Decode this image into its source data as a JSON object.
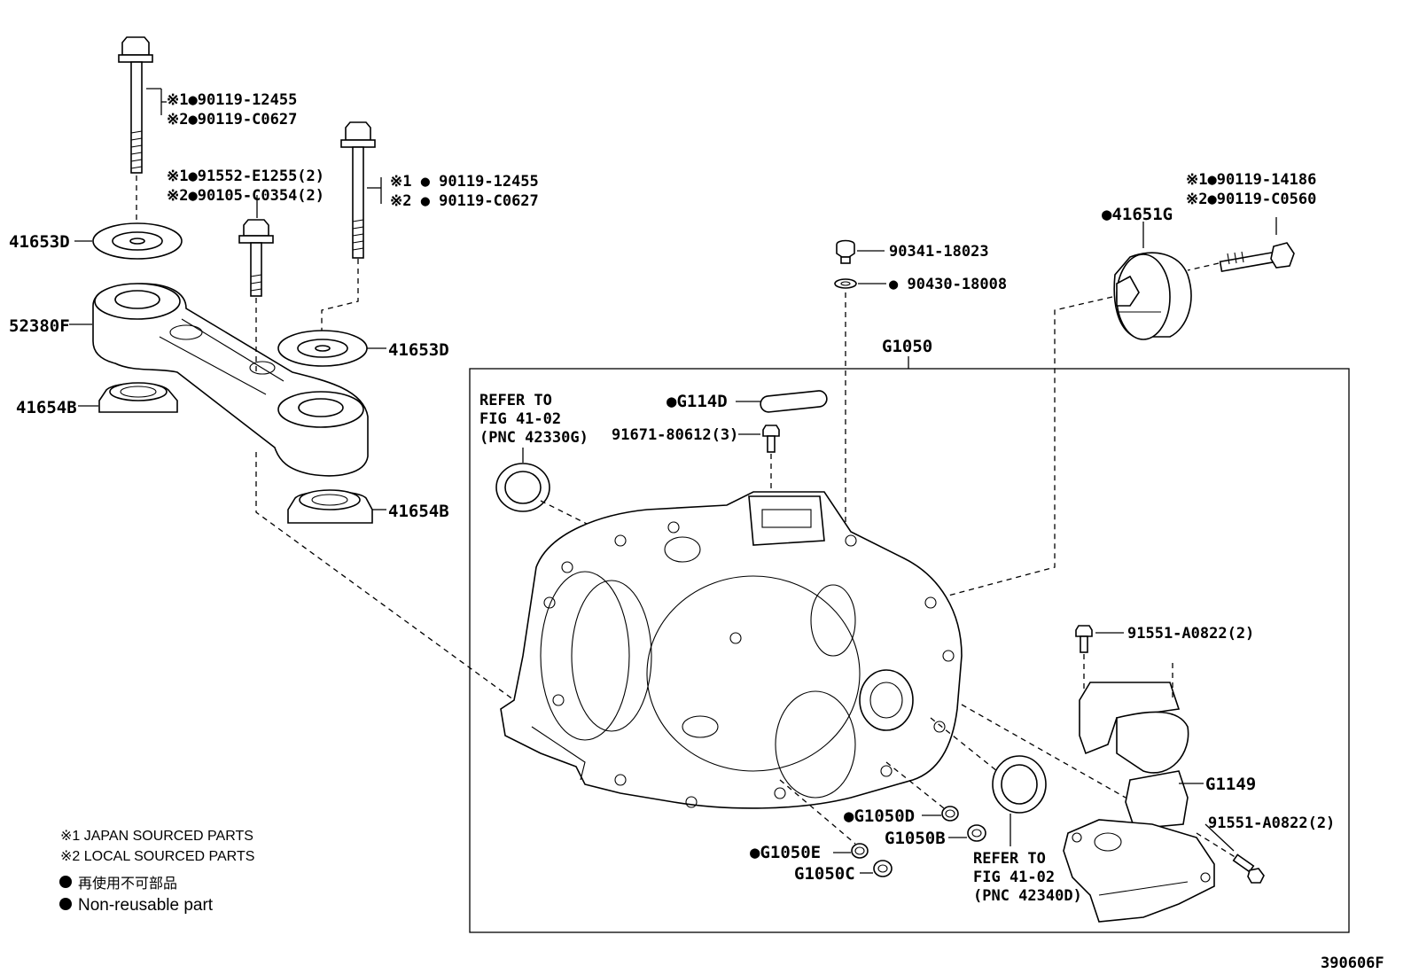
{
  "labels": {
    "bolt_top_left_1": "※1●90119-12455",
    "bolt_top_left_2": "※2●90119-C0627",
    "bolt_mid_1": "※1●91552-E1255(2)",
    "bolt_mid_2": "※2●90105-C0354(2)",
    "bolt_center_1": "※1 ● 90119-12455",
    "bolt_center_2": "※2 ● 90119-C0627",
    "washer_top": "41653D",
    "rod": "52380F",
    "bushing_left": "41654B",
    "washer_right": "41653D",
    "bushing_bottom": "41654B",
    "plug": "90341-18023",
    "gasket": "● 90430-18008",
    "bolt_right_1": "※1●90119-14186",
    "bolt_right_2": "※2●90119-C0560",
    "mount_right": "●41651G",
    "assembly": "G1050",
    "refer_a_1": "REFER TO",
    "refer_a_2": "FIG 41-02",
    "refer_a_3": "(PNC 42330G)",
    "cover": "●G114D",
    "bolt_cover": "91671-80612(3)",
    "bolt_g1149_top": "91551-A0822(2)",
    "bracket": "G1149",
    "bolt_g1149_bottom": "91551-A0822(2)",
    "seal_d": "●G1050D",
    "seal_b": "G1050B",
    "seal_e": "●G1050E",
    "seal_c": "G1050C",
    "refer_b_1": "REFER TO",
    "refer_b_2": "FIG 41-02",
    "refer_b_3": "(PNC 42340D)",
    "legend_1": "※1 JAPAN SOURCED PARTS",
    "legend_2": "※2 LOCAL SOURCED PARTS",
    "legend_3": "再使用不可部品",
    "legend_4": "Non-reusable part",
    "figure_id": "390606F"
  }
}
